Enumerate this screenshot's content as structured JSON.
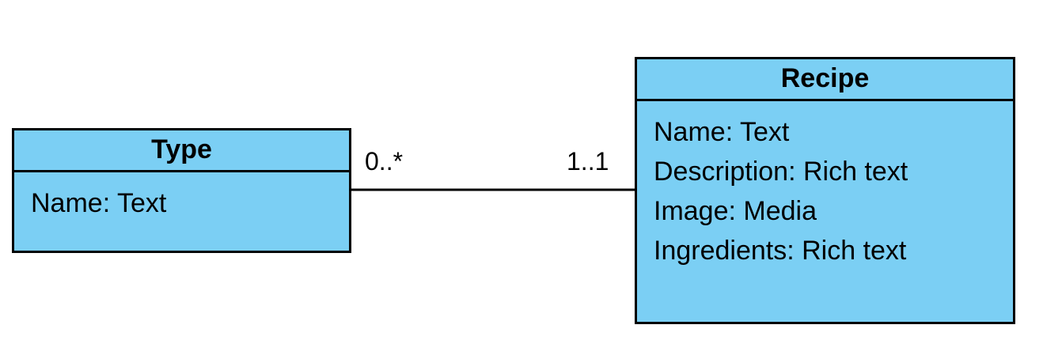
{
  "type_class": {
    "name": "Type",
    "attributes": [
      "Name: Text"
    ]
  },
  "recipe_class": {
    "name": "Recipe",
    "attributes": [
      "Name: Text",
      "Description: Rich text",
      "Image: Media",
      "Ingredients: Rich text"
    ]
  },
  "association": {
    "type_multiplicity": "0..*",
    "recipe_multiplicity": "1..1"
  },
  "colors": {
    "class_fill": "#7bcff4",
    "border": "#000000"
  }
}
